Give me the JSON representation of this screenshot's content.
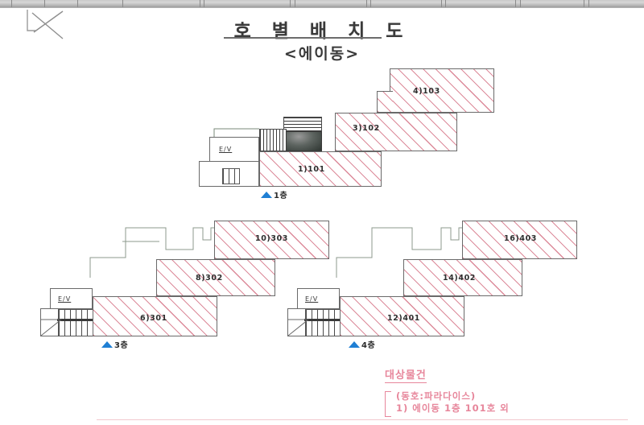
{
  "document": {
    "title": "호 별 배 치 도",
    "subtitle": "<에이동>"
  },
  "floors": [
    {
      "id": "floor-1",
      "marker_label": "1층",
      "elevator_label": "E/V",
      "units": [
        {
          "label": "1)101"
        },
        {
          "label": "3)102"
        },
        {
          "label": "4)103"
        }
      ]
    },
    {
      "id": "floor-3",
      "marker_label": "3층",
      "elevator_label": "E/V",
      "units": [
        {
          "label": "6)301"
        },
        {
          "label": "8)302"
        },
        {
          "label": "10)303"
        }
      ]
    },
    {
      "id": "floor-4",
      "marker_label": "4층",
      "elevator_label": "E/V",
      "units": [
        {
          "label": "12)401"
        },
        {
          "label": "14)402"
        },
        {
          "label": "16)403"
        }
      ]
    }
  ],
  "legend": {
    "heading": "대상물건",
    "line1": "(동호:파라다이스)",
    "line2": "1) 에이동 1층 101호 외"
  },
  "colors": {
    "hatch": "#d67688",
    "legend_text": "#e7869b",
    "marker_triangle": "#1f7fd4",
    "outline": "#6a6a6a"
  }
}
